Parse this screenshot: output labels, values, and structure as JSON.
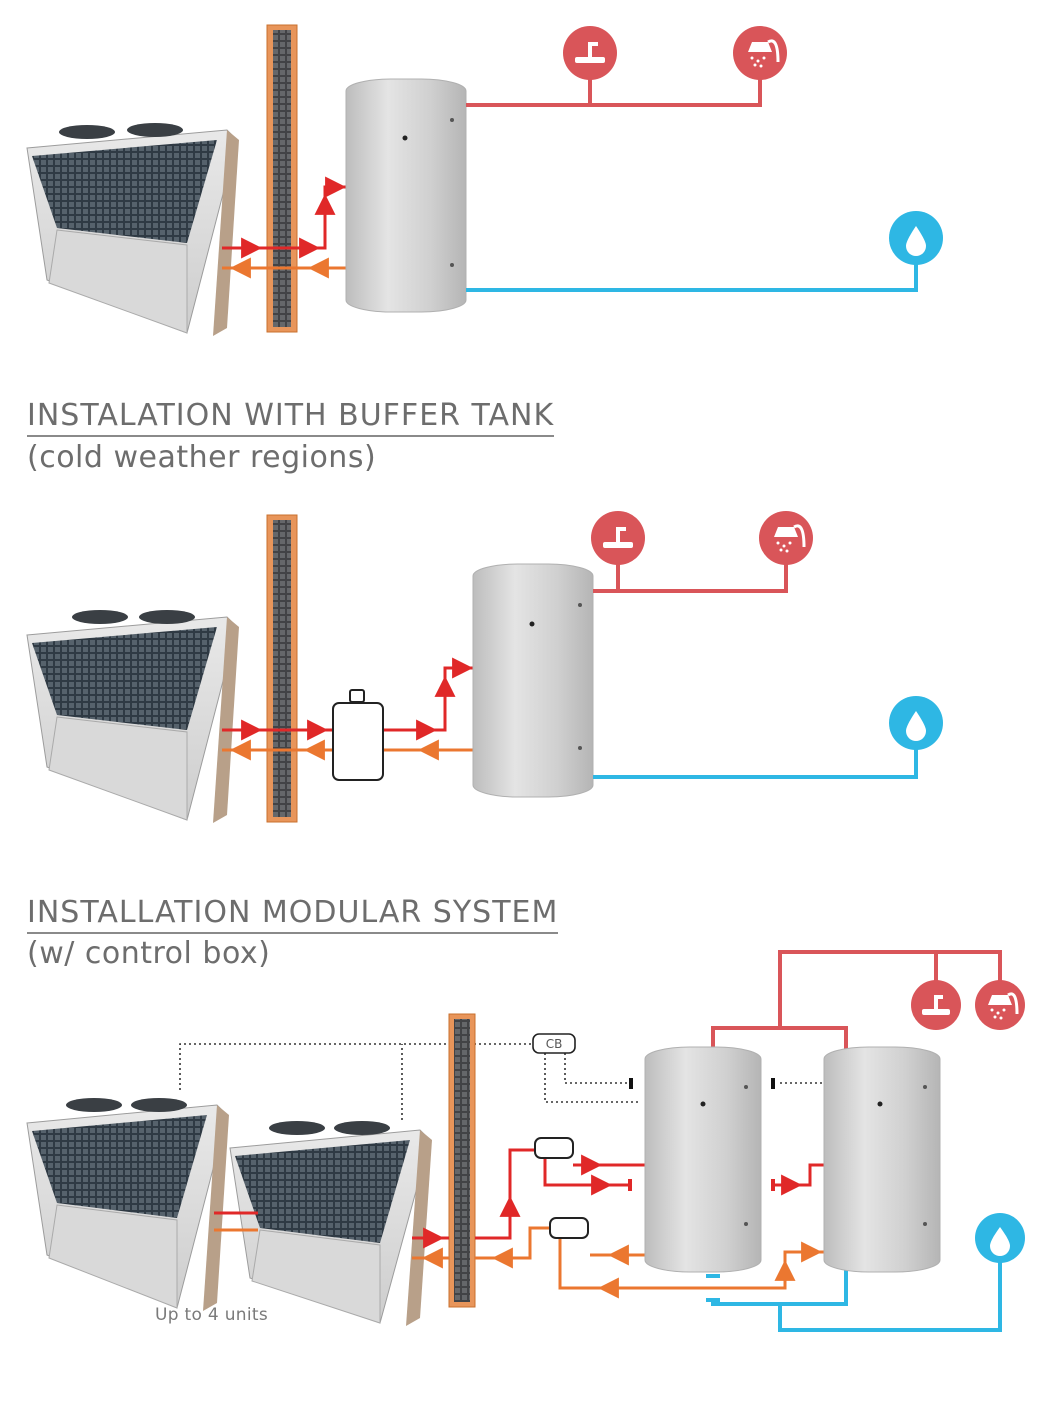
{
  "sections": [
    {
      "title": "",
      "subtitle": ""
    },
    {
      "title": "INSTALATION WITH BUFFER TANK",
      "subtitle": "(cold weather regions)"
    },
    {
      "title": "INSTALLATION MODULAR SYSTEM",
      "subtitle": "(w/ control box)"
    }
  ],
  "modular": {
    "control_box_label": "CB",
    "units_caption": "Up to 4 units"
  },
  "icons": {
    "sink": "sink-tap-icon",
    "shower": "shower-icon",
    "cold_water": "water-drop-icon"
  },
  "colors": {
    "hot": "#d95559",
    "supply": "#e02828",
    "return": "#eb7730",
    "cold": "#2eb7e4",
    "wall": "#e8955a",
    "tank": "#cfcfcf"
  }
}
